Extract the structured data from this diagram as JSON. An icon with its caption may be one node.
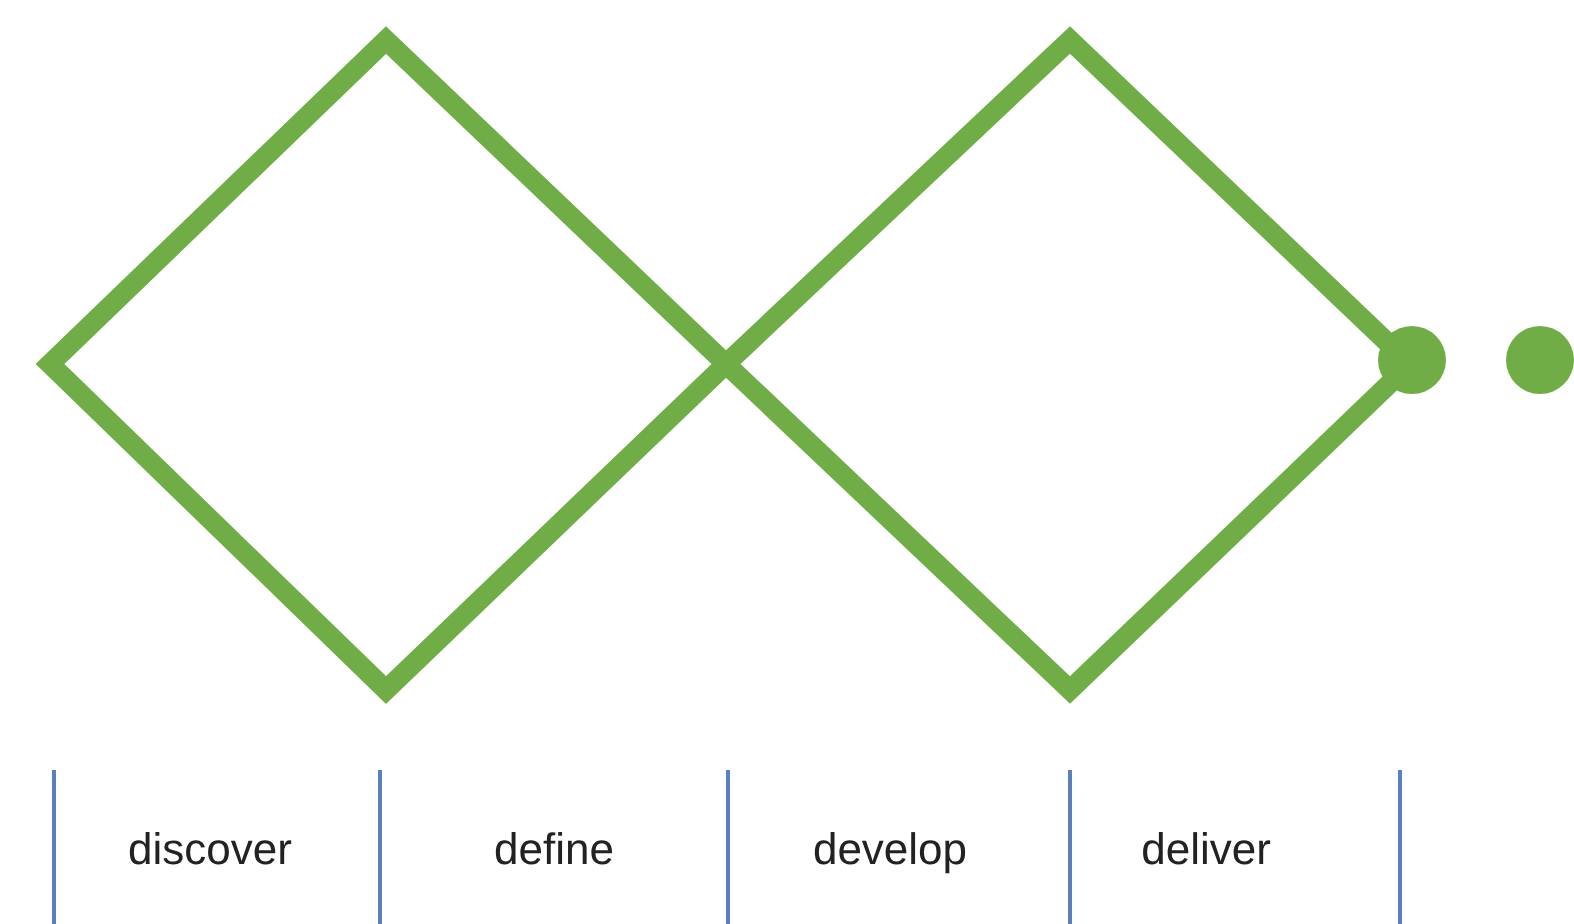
{
  "diagram": {
    "labels": [
      "discover",
      "define",
      "develop",
      "deliver"
    ]
  }
}
